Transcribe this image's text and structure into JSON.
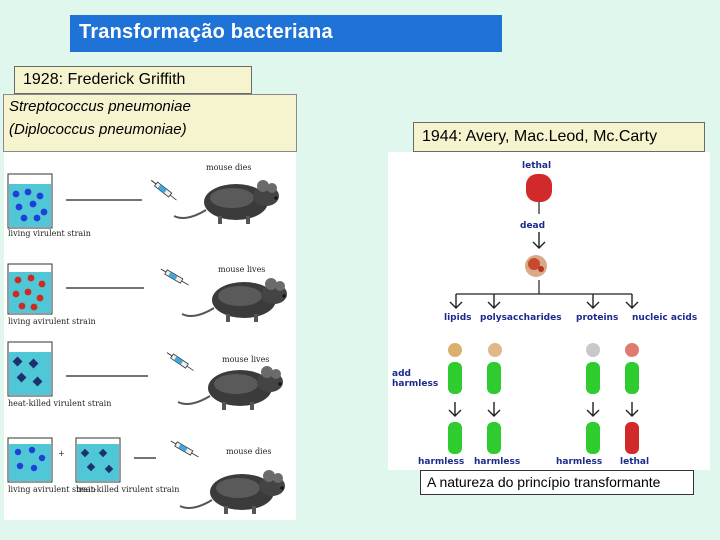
{
  "title": "Transformação bacteriana",
  "griffith": {
    "label": "1928: Frederick Griffith",
    "species": "Streptococcus pneumoniae",
    "synonym": "(Diplococcus pneumoniae)",
    "rows": [
      {
        "strain": "living virulent strain",
        "result": "mouse dies"
      },
      {
        "strain": "living avirulent strain",
        "result": "mouse lives"
      },
      {
        "strain": "heat-killed virulent strain",
        "result": "mouse lives"
      },
      {
        "strain": "living avirulent strain",
        "strain2": "heat-killed virulent strain",
        "plus": "+",
        "result": "mouse dies"
      }
    ]
  },
  "avery": {
    "label": "1944: Avery, Mac.Leod, Mc.Carty",
    "top_label": "lethal",
    "dead_label": "dead",
    "fractions": [
      "lipids",
      "polysaccharides",
      "proteins",
      "nucleic acids"
    ],
    "add_label": "add",
    "harmless_label": "harmless",
    "results": [
      "harmless",
      "harmless",
      "harmless",
      "lethal"
    ]
  },
  "caption": "A natureza do princípio transformante",
  "colors": {
    "title_bg": "#1f73d6",
    "box_bg": "#f6f3cf",
    "page_bg": "#dff7ec",
    "beaker_liquid": "#4fc7d6",
    "cell_blue": "#1f3fd6",
    "cell_red": "#cf2a22",
    "green_cell": "#2ecc2e",
    "red_cell": "#d22a2a"
  }
}
